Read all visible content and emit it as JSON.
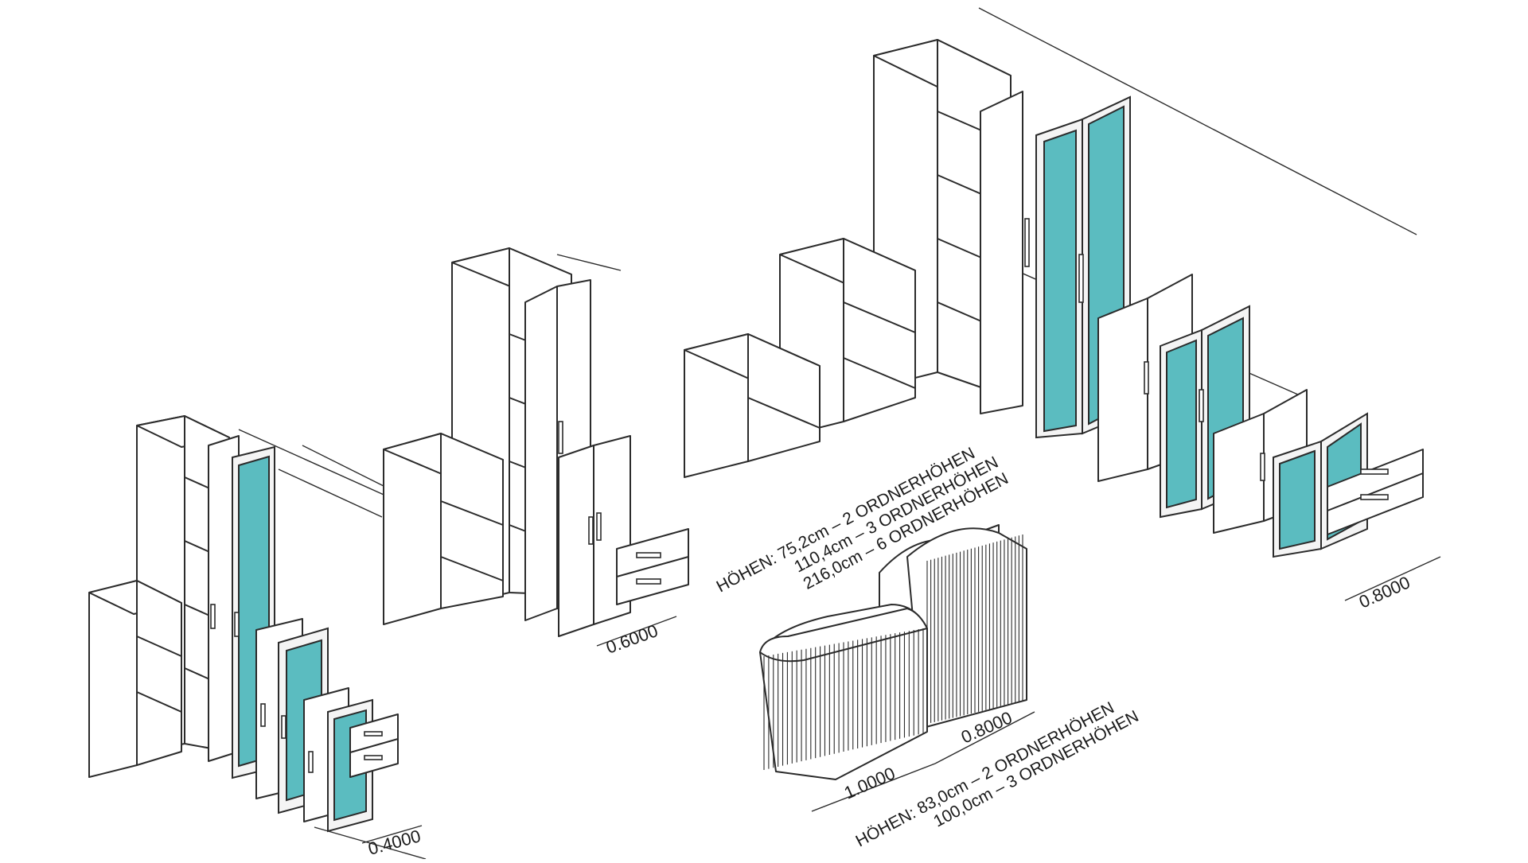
{
  "colors": {
    "glass": "#5bbcc0",
    "line": "#2b2b2b",
    "background": "#ffffff"
  },
  "dimensions": {
    "width_040": "0.4000",
    "width_060": "0.6000",
    "width_080": "0.8000",
    "width_tambour_100": "1.0000",
    "width_tambour_080": "0.8000"
  },
  "heights_cabinets": {
    "line1": "HÖHEN:  75,2cm  –  2  ORDNERHÖHEN",
    "line2": "110,4cm  –  3  ORDNERHÖHEN",
    "line3": "216,0cm  –  6  ORDNERHÖHEN"
  },
  "heights_tambour": {
    "line1": "HÖHEN:  83,0cm  –  2  ORDNERHÖHEN",
    "line2": "100,0cm –  3  ORDNERHÖHEN"
  }
}
